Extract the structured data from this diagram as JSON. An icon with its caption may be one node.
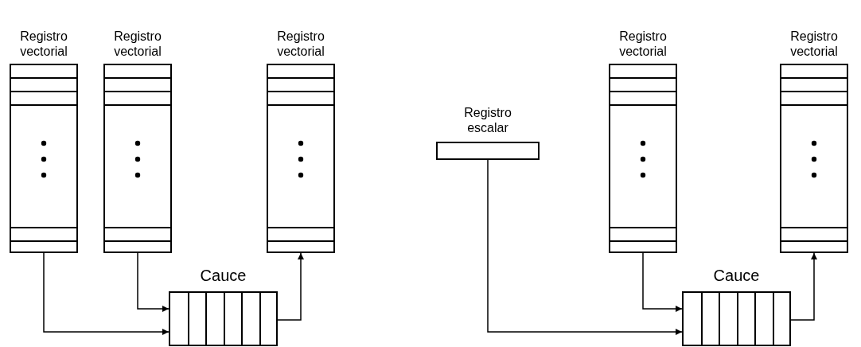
{
  "diagram": {
    "nodes": [
      {
        "text": [
          "Registro vectorial"
        ]
      },
      {
        "text": [
          "Registro vectorial"
        ]
      },
      {
        "text": [
          "Registro vectorial"
        ]
      },
      {
        "text": [
          "Cauce"
        ]
      },
      {
        "text": [
          "Registro escalar"
        ]
      },
      {
        "text": [
          "Registro vectorial"
        ]
      },
      {
        "text": [
          "Registro vectorial"
        ]
      },
      {
        "text": [
          "Cauce"
        ]
      }
    ],
    "edges": [
      {
        "from": 0,
        "to": 3,
        "arrow": "to"
      },
      {
        "from": 1,
        "to": 3,
        "arrow": "to"
      },
      {
        "from": 3,
        "to": 2,
        "arrow": "to"
      },
      {
        "from": 4,
        "to": 7,
        "arrow": "to"
      },
      {
        "from": 5,
        "to": 7,
        "arrow": "to"
      },
      {
        "from": 7,
        "to": 6,
        "arrow": "to"
      }
    ]
  }
}
